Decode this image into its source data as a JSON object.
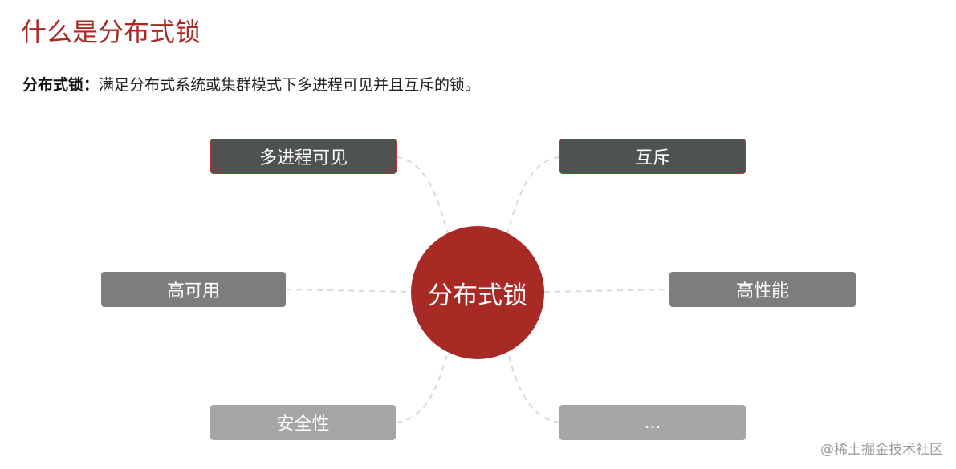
{
  "header": {
    "title": "什么是分布式锁"
  },
  "definition": {
    "term": "分布式锁",
    "separator": "：",
    "text": "满足分布式系统或集群模式下多进程可见并且互斥的锁。"
  },
  "diagram": {
    "center": "分布式锁",
    "nodes": [
      {
        "key": "multi-process-visible",
        "label": "多进程可见"
      },
      {
        "key": "mutual-exclusion",
        "label": "互斥"
      },
      {
        "key": "high-availability",
        "label": "高可用"
      },
      {
        "key": "high-performance",
        "label": "高性能"
      },
      {
        "key": "security",
        "label": "安全性"
      },
      {
        "key": "more",
        "label": "..."
      }
    ]
  },
  "watermark": "@稀土掘金技术社区",
  "colors": {
    "accent": "#a82a25",
    "node_dark": "#4e5251",
    "node_mid": "#7d7d7d",
    "node_light": "#a6a6a6",
    "connector": "#d9d9d9"
  }
}
